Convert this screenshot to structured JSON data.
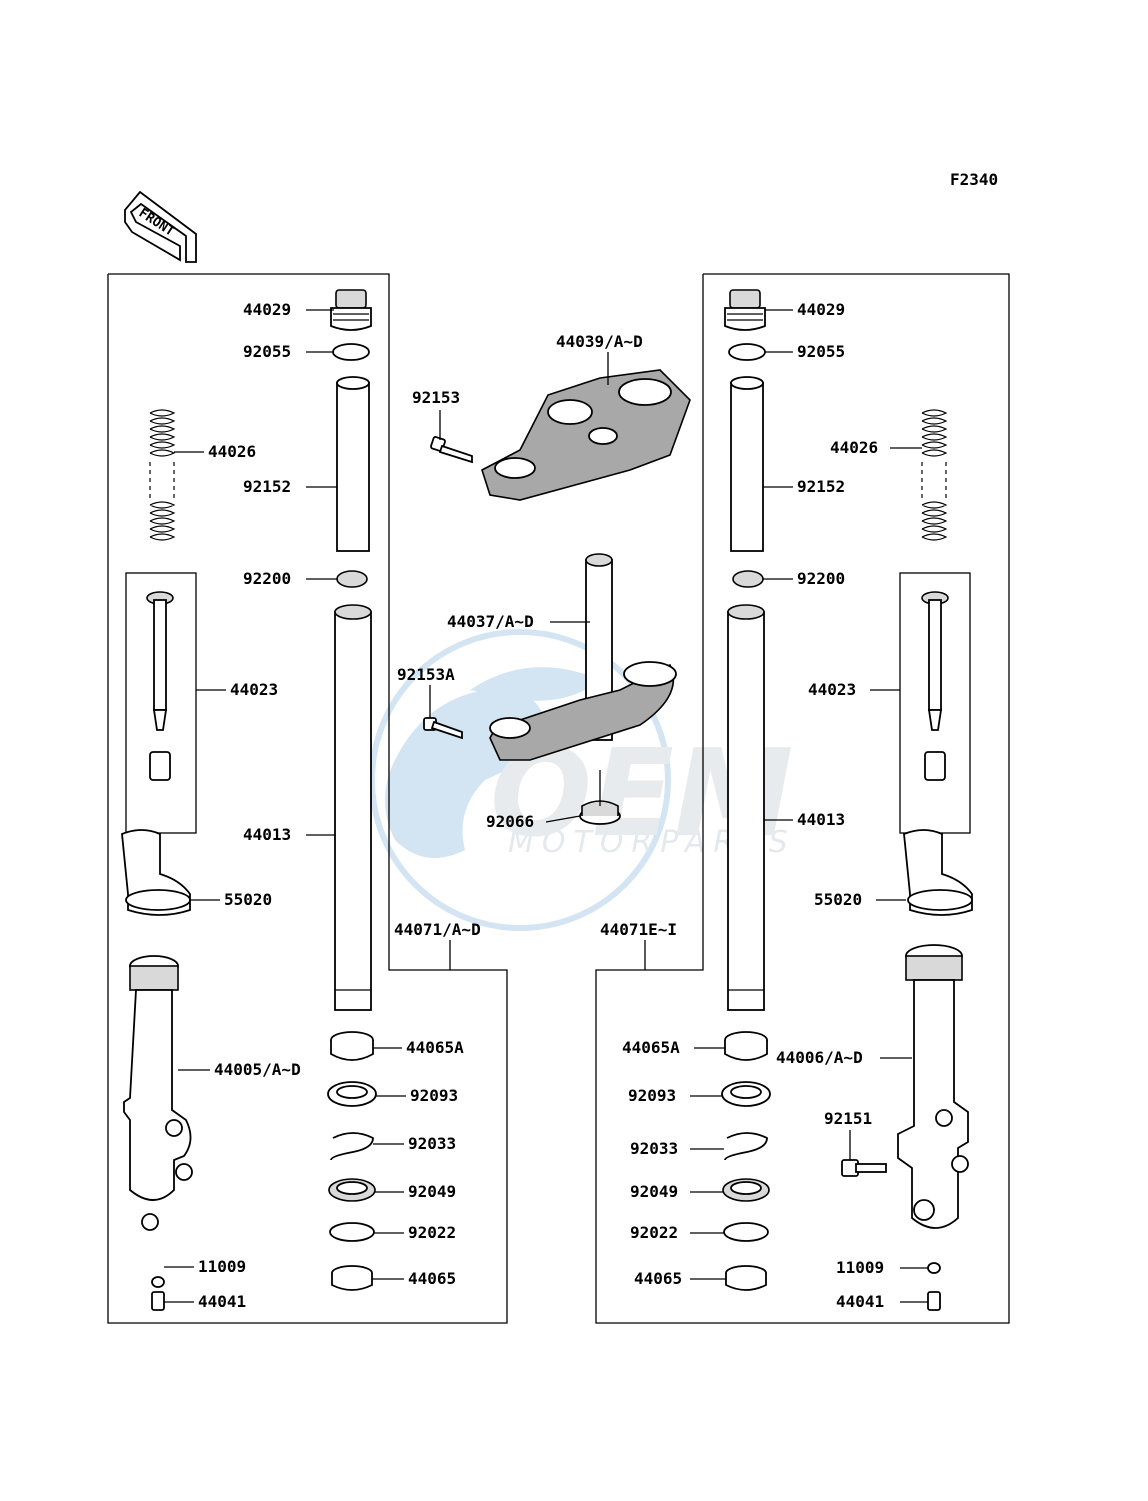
{
  "figure_code": "F2340",
  "front_badge": "FRONT",
  "watermark": {
    "brand": "OEM",
    "sub": "MOTORPARTS"
  },
  "left_leg": {
    "assembly_label": "44071/A~D",
    "parts": {
      "cap_bolt": "44029",
      "oring": "92055",
      "spring": "44026",
      "pipe": "92152",
      "washer": "92200",
      "cylinder": "44023",
      "inner_tube": "44013",
      "guard": "55020",
      "outer_tube": "44005/A~D",
      "bush_a": "44065A",
      "seal": "92093",
      "circlip": "92033",
      "dust_seal": "92049",
      "ring": "92022",
      "bush": "44065",
      "gasket": "11009",
      "bolt": "44041"
    }
  },
  "right_leg": {
    "assembly_label": "44071E~I",
    "parts": {
      "cap_bolt": "44029",
      "oring": "92055",
      "spring": "44026",
      "pipe": "92152",
      "washer": "92200",
      "cylinder": "44023",
      "inner_tube": "44013",
      "guard": "55020",
      "outer_tube": "44006/A~D",
      "bush_a": "44065A",
      "seal": "92093",
      "circlip": "92033",
      "dust_seal": "92049",
      "ring": "92022",
      "bush": "44065",
      "gasket": "11009",
      "bolt": "44041",
      "axle_bolt": "92151"
    }
  },
  "center": {
    "upper_clamp": "44039/A~D",
    "upper_bolt": "92153",
    "stem": "44037/A~D",
    "lower_bolt": "92153A",
    "nut": "92066"
  }
}
